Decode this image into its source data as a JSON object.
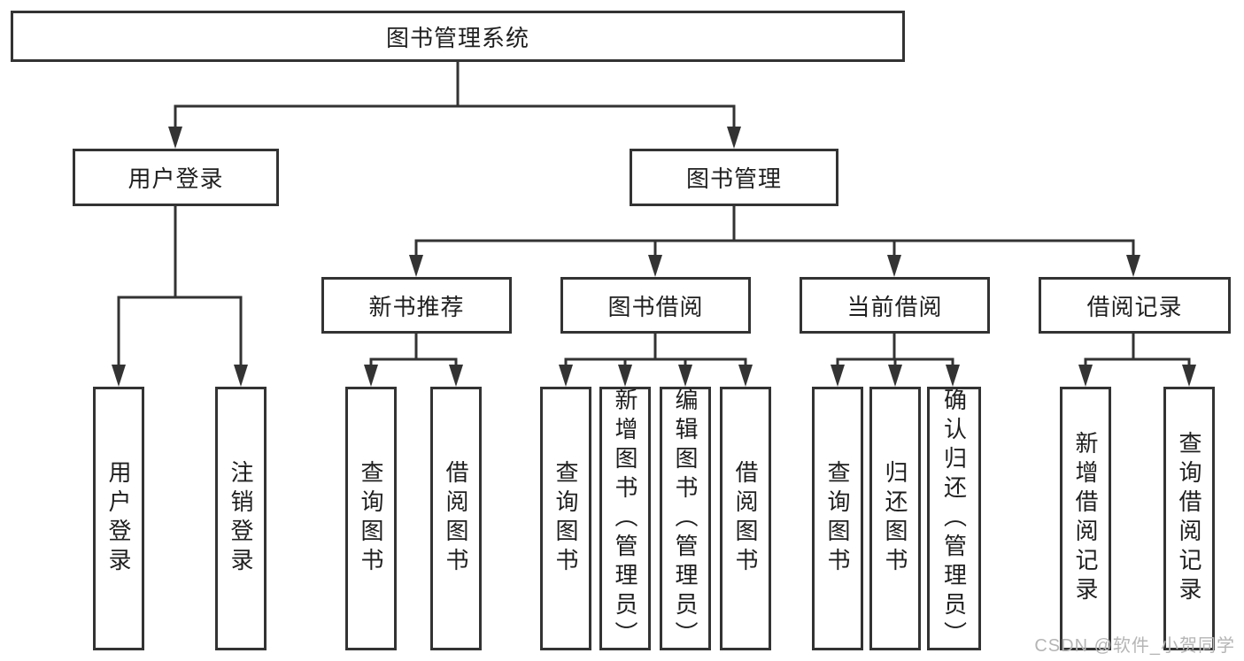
{
  "tree": {
    "label": "图书管理系统",
    "children": [
      {
        "label": "用户登录",
        "children": [
          {
            "label": "用户登录"
          },
          {
            "label": "注销登录"
          }
        ]
      },
      {
        "label": "图书管理",
        "children": [
          {
            "label": "新书推荐",
            "children": [
              {
                "label": "查询图书"
              },
              {
                "label": "借阅图书"
              }
            ]
          },
          {
            "label": "图书借阅",
            "children": [
              {
                "label": "查询图书"
              },
              {
                "label": "新增图书（管理员）"
              },
              {
                "label": "编辑图书（管理员）"
              },
              {
                "label": "借阅图书"
              }
            ]
          },
          {
            "label": "当前借阅",
            "children": [
              {
                "label": "查询图书"
              },
              {
                "label": "归还图书"
              },
              {
                "label": "确认归还（管理员）"
              }
            ]
          },
          {
            "label": "借阅记录",
            "children": [
              {
                "label": "新增借阅记录"
              },
              {
                "label": "查询借阅记录"
              }
            ]
          }
        ]
      }
    ]
  },
  "watermark": {
    "text": "CSDN @软件_小贺同学"
  },
  "colors": {
    "line": "#333333",
    "box_border": "#333333",
    "text": "#1f1f1f",
    "watermark": "#b5b5b5",
    "background": "#ffffff"
  }
}
